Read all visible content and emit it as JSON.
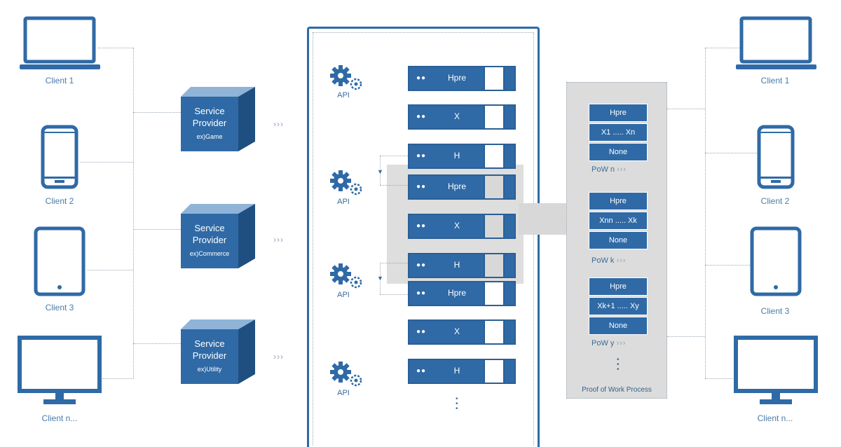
{
  "clients_left": [
    "Client 1",
    "Client 2",
    "Client 3",
    "Client n..."
  ],
  "clients_right": [
    "Client 1",
    "Client 2",
    "Client 3",
    "Client n..."
  ],
  "service_providers": [
    {
      "title": "Service\nProvider",
      "sub": "ex)Game"
    },
    {
      "title": "Service\nProvider",
      "sub": "ex)Commerce"
    },
    {
      "title": "Service\nProvider",
      "sub": "ex)Utility"
    }
  ],
  "api_label": "API",
  "server_rows": [
    {
      "dots": "●●",
      "text": "Hpre"
    },
    {
      "dots": "●●",
      "text": "X"
    },
    {
      "dots": "●●",
      "text": "H"
    },
    {
      "dots": "●●",
      "text": "Hpre"
    },
    {
      "dots": "●●",
      "text": "X"
    },
    {
      "dots": "●●",
      "text": "H"
    },
    {
      "dots": "●●",
      "text": "Hpre"
    },
    {
      "dots": "●●",
      "text": "X"
    },
    {
      "dots": "●●",
      "text": "H"
    }
  ],
  "pow_groups": [
    {
      "cells": [
        "Hpre",
        "X1 ..... Xn",
        "None"
      ],
      "label": "PoW n"
    },
    {
      "cells": [
        "Hpre",
        "Xnn ..... Xk",
        "None"
      ],
      "label": "PoW k"
    },
    {
      "cells": [
        "Hpre",
        "Xk+1 ..... Xy",
        "None"
      ],
      "label": "PoW y"
    }
  ],
  "pow_title": "Proof of Work Process",
  "colors": {
    "primary": "#2f6aa6",
    "panel": "#dcdcdc",
    "line": "#9aa9b8"
  }
}
